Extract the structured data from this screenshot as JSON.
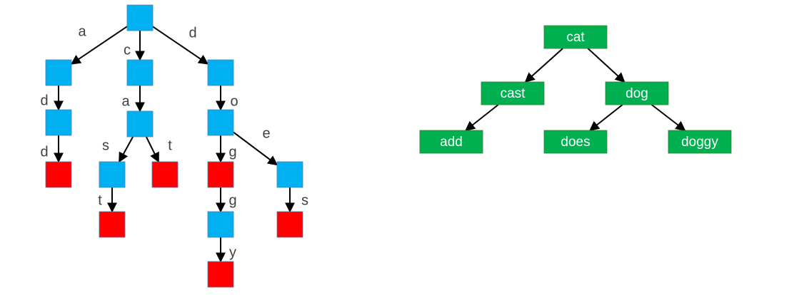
{
  "colors": {
    "internal_node": "#00b0f0",
    "terminal_node": "#ff0000",
    "bst_node": "#00b050",
    "edge": "#000000",
    "label_text": "#404040",
    "bst_text": "#ffffff"
  },
  "trie": {
    "nodes": [
      {
        "id": "root",
        "kind": "internal"
      },
      {
        "id": "a",
        "kind": "internal"
      },
      {
        "id": "c",
        "kind": "internal"
      },
      {
        "id": "d",
        "kind": "internal"
      },
      {
        "id": "ad",
        "kind": "internal"
      },
      {
        "id": "ca",
        "kind": "internal"
      },
      {
        "id": "do",
        "kind": "internal"
      },
      {
        "id": "add",
        "kind": "terminal"
      },
      {
        "id": "cas",
        "kind": "internal"
      },
      {
        "id": "cat",
        "kind": "terminal"
      },
      {
        "id": "dog",
        "kind": "terminal"
      },
      {
        "id": "doe",
        "kind": "internal"
      },
      {
        "id": "cast",
        "kind": "terminal"
      },
      {
        "id": "dogg",
        "kind": "internal"
      },
      {
        "id": "does",
        "kind": "terminal"
      },
      {
        "id": "doggy",
        "kind": "terminal"
      }
    ],
    "edges": [
      {
        "from": "root",
        "to": "a",
        "label": "a"
      },
      {
        "from": "root",
        "to": "c",
        "label": "c"
      },
      {
        "from": "root",
        "to": "d",
        "label": "d"
      },
      {
        "from": "a",
        "to": "ad",
        "label": "d"
      },
      {
        "from": "c",
        "to": "ca",
        "label": "a"
      },
      {
        "from": "d",
        "to": "do",
        "label": "o"
      },
      {
        "from": "ad",
        "to": "add",
        "label": "d"
      },
      {
        "from": "ca",
        "to": "cas",
        "label": "s"
      },
      {
        "from": "ca",
        "to": "cat",
        "label": "t"
      },
      {
        "from": "do",
        "to": "dog",
        "label": "g"
      },
      {
        "from": "do",
        "to": "doe",
        "label": "e"
      },
      {
        "from": "cas",
        "to": "cast",
        "label": "t"
      },
      {
        "from": "dog",
        "to": "dogg",
        "label": "g"
      },
      {
        "from": "doe",
        "to": "does",
        "label": "s"
      },
      {
        "from": "dogg",
        "to": "doggy",
        "label": "y"
      }
    ]
  },
  "bst": {
    "nodes": [
      {
        "id": "cat",
        "label": "cat"
      },
      {
        "id": "cast",
        "label": "cast"
      },
      {
        "id": "dog",
        "label": "dog"
      },
      {
        "id": "add",
        "label": "add"
      },
      {
        "id": "does",
        "label": "does"
      },
      {
        "id": "doggy",
        "label": "doggy"
      }
    ],
    "edges": [
      {
        "from": "cat",
        "to": "cast"
      },
      {
        "from": "cat",
        "to": "dog"
      },
      {
        "from": "cast",
        "to": "add"
      },
      {
        "from": "dog",
        "to": "does"
      },
      {
        "from": "dog",
        "to": "doggy"
      }
    ]
  }
}
